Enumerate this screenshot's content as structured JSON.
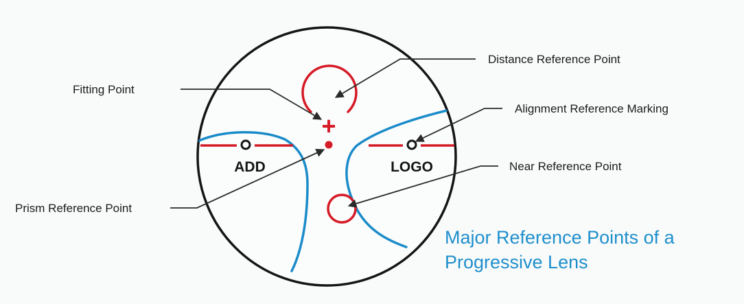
{
  "labels": {
    "distance_reference_point": "Distance Reference Point",
    "fitting_point": "Fitting Point",
    "alignment_reference_marking": "Alignment Reference Marking",
    "near_reference_point": "Near Reference Point",
    "prism_reference_point": "Prism Reference Point"
  },
  "lens_marks": {
    "add": "ADD",
    "logo": "LOGO",
    "fitting_cross": "+"
  },
  "caption": {
    "line1": "Major Reference Points of a",
    "line2": "Progressive Lens"
  },
  "colors": {
    "background": "#f9fafa",
    "lens_outline": "#151515",
    "reference_red": "#d51b26",
    "boundary_blue": "#1a8bc9",
    "caption_blue": "#1e8fcc",
    "leader_line": "#2a2a2a"
  }
}
